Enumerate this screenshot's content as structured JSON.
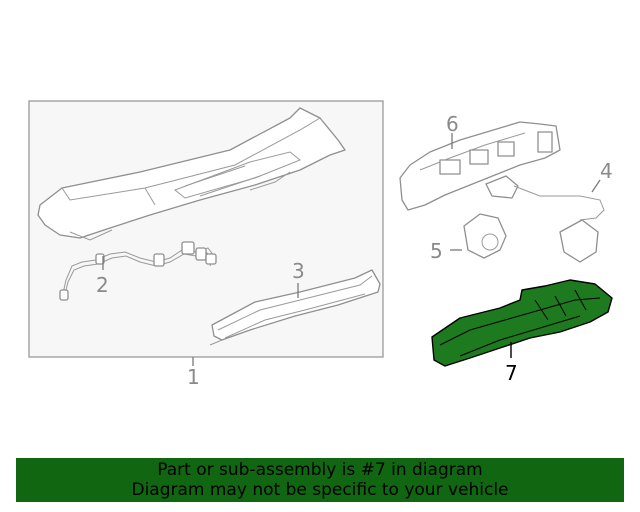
{
  "callouts": {
    "c1": "1",
    "c2": "2",
    "c3": "3",
    "c4": "4",
    "c5": "5",
    "c6": "6",
    "c7": "7"
  },
  "highlighted_part": "7",
  "colors": {
    "highlight_fill": "#1e7a1e",
    "banner_background": "#116611",
    "part_outline": "#8f8f8f",
    "frame_background": "#f7f7f7"
  },
  "banner": {
    "line1": "Part or sub-assembly is #7 in diagram",
    "line2": "Diagram may not be specific to your vehicle"
  }
}
